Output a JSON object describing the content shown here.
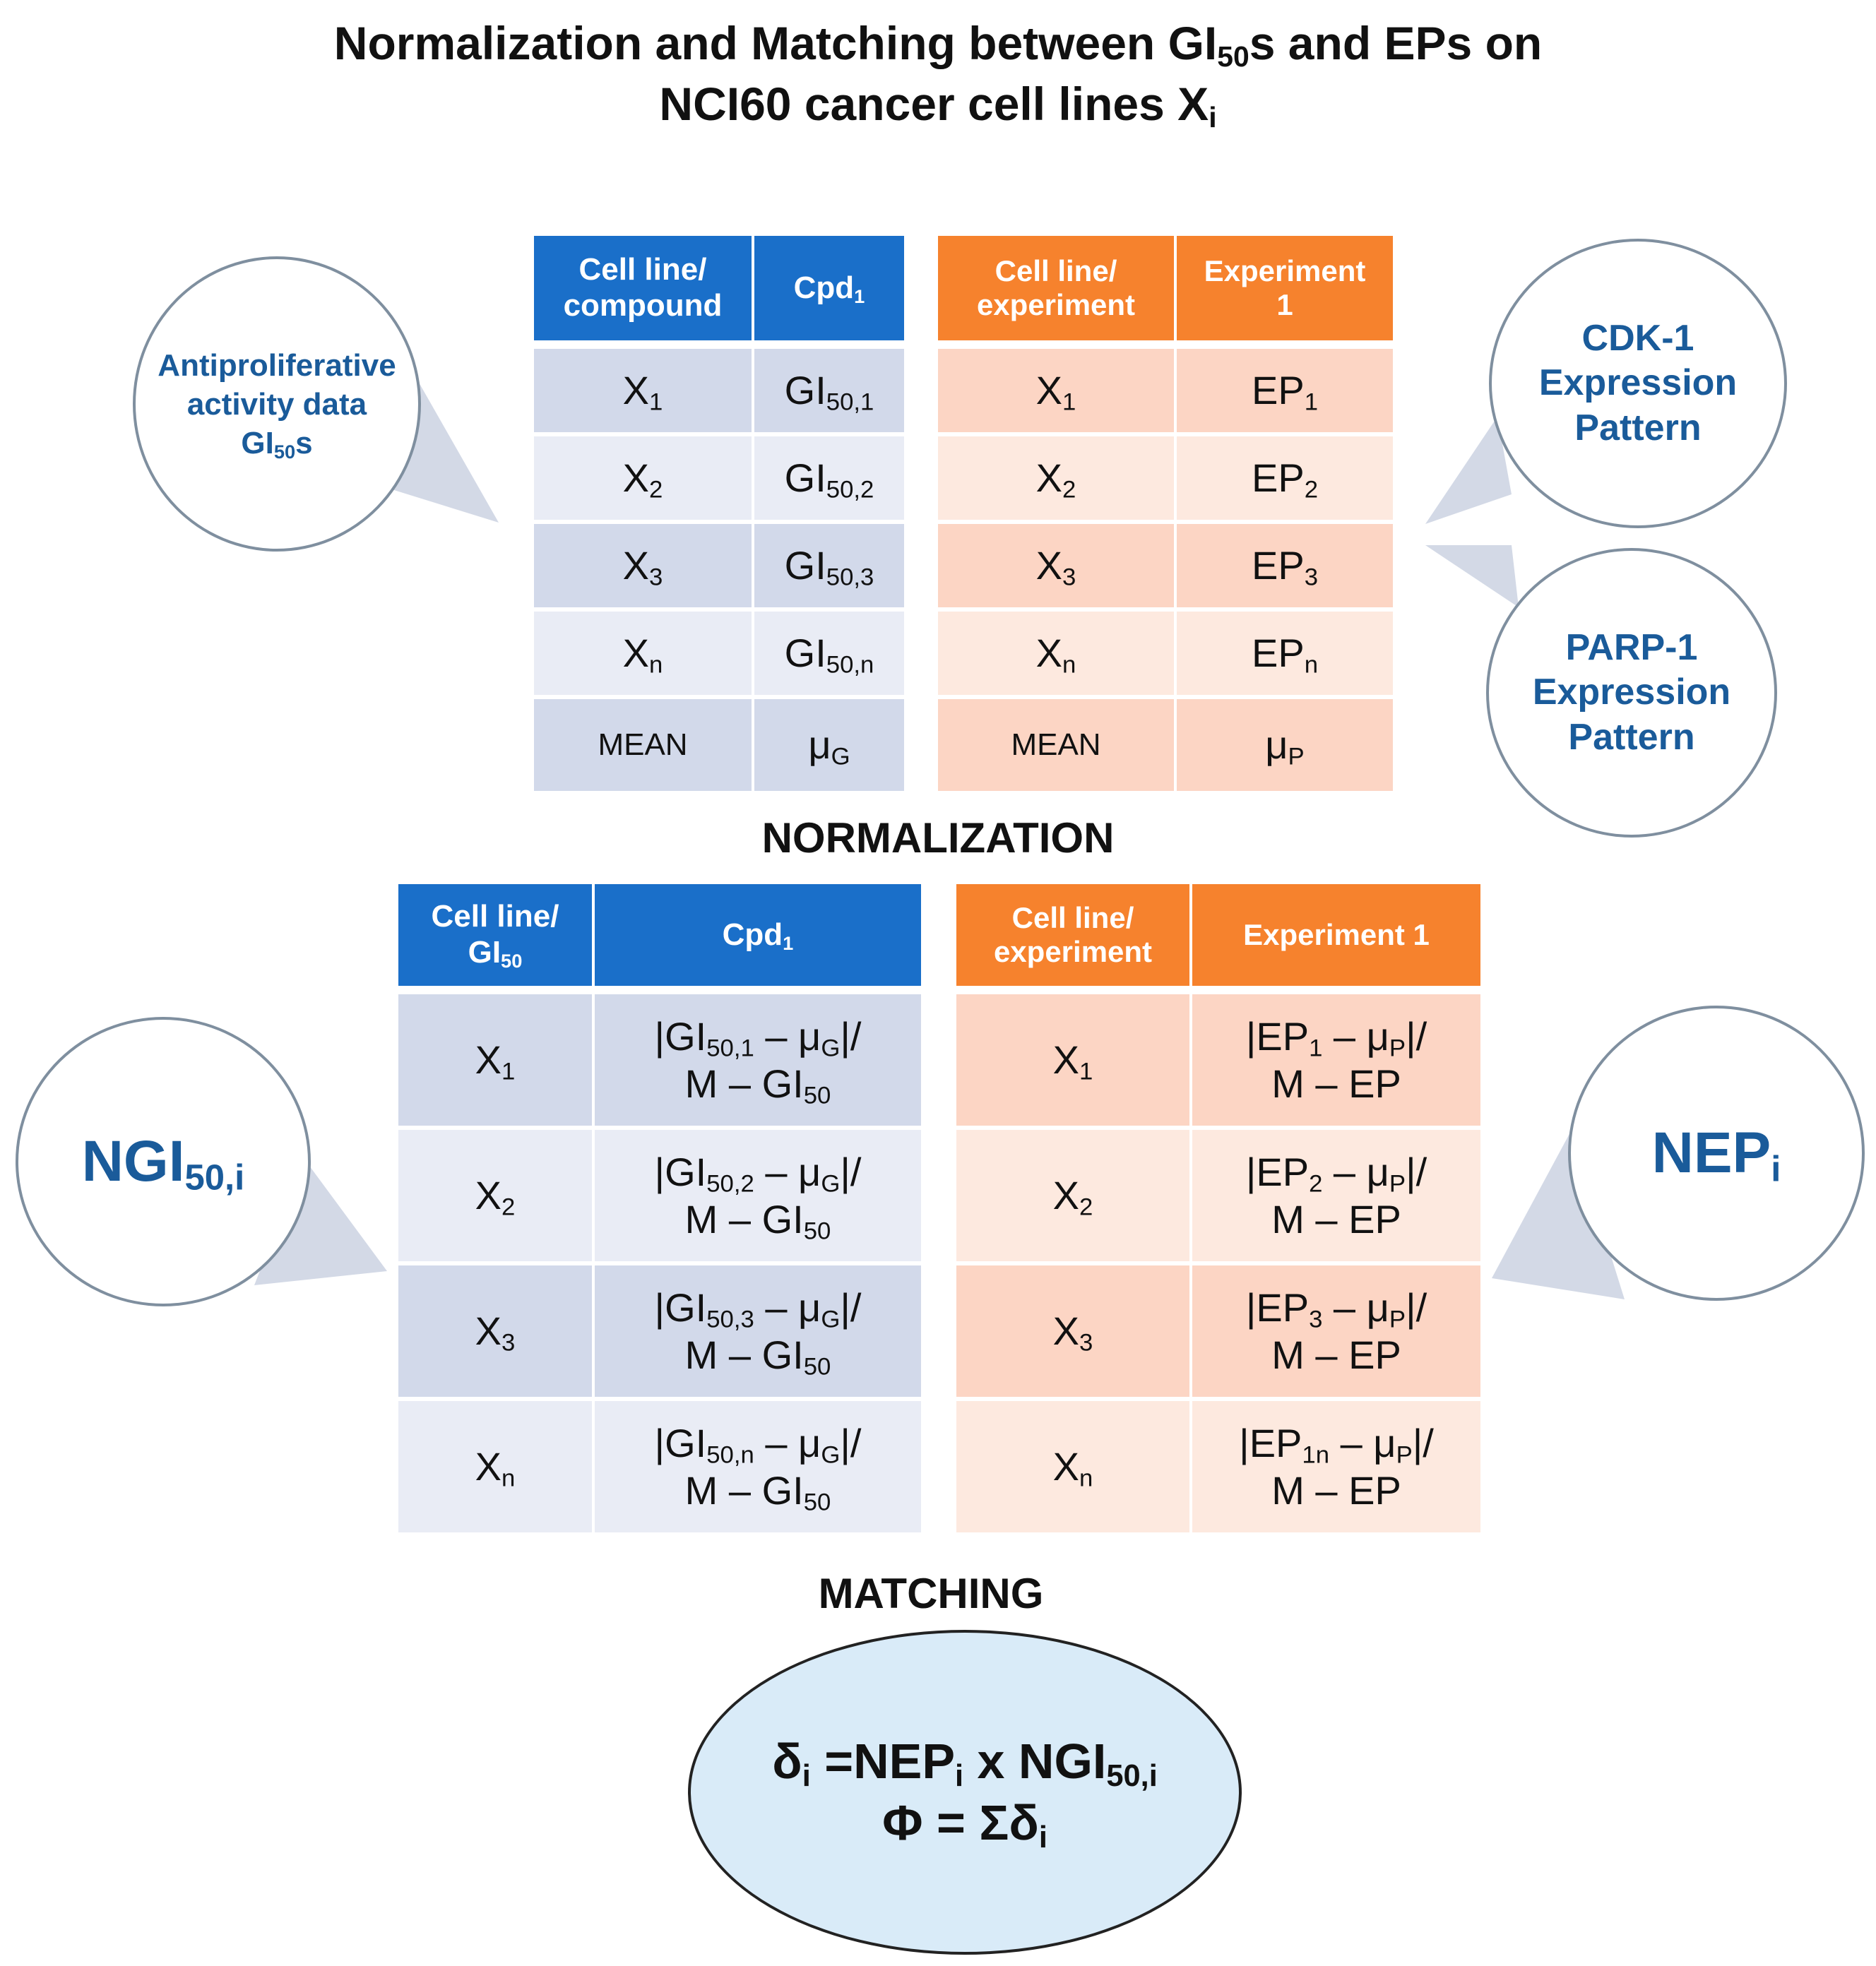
{
  "title": {
    "line1_a": "Normalization and Matching between GI",
    "line1_sub": "50",
    "line1_b": "s and EPs on",
    "line2_a": "NCI60 cancer cell lines X",
    "line2_sub": "i"
  },
  "callouts": {
    "antiproliferative": {
      "line1": "Antiproliferative",
      "line2": "activity data",
      "line3_a": "GI",
      "line3_sub": "50",
      "line3_b": "s"
    },
    "cdk1": {
      "line1": "CDK-1",
      "line2": "Expression",
      "line3": "Pattern"
    },
    "parp1": {
      "line1": "PARP-1",
      "line2": "Expression",
      "line3": "Pattern"
    },
    "ngi": {
      "main": "NGI",
      "sub": "50,i"
    },
    "nep": {
      "main": "NEP",
      "sub": "i"
    }
  },
  "table1": {
    "header": {
      "col1_l1": "Cell line/",
      "col1_l2": "compound",
      "col2": "Cpd",
      "col2_sub": "1"
    },
    "rows": [
      {
        "x": "X",
        "xs": "1",
        "v": "GI",
        "vs": "50,1"
      },
      {
        "x": "X",
        "xs": "2",
        "v": "GI",
        "vs": "50,2"
      },
      {
        "x": "X",
        "xs": "3",
        "v": "GI",
        "vs": "50,3"
      },
      {
        "x": "X",
        "xs": "n",
        "v": "GI",
        "vs": "50,n"
      }
    ],
    "mean": {
      "label": "MEAN",
      "v": "μ",
      "vs": "G"
    }
  },
  "table2": {
    "header": {
      "col1_l1": "Cell line/",
      "col1_l2": "experiment",
      "col2_l1": "Experiment",
      "col2_l2": "1"
    },
    "rows": [
      {
        "x": "X",
        "xs": "1",
        "v": "EP",
        "vs": "1"
      },
      {
        "x": "X",
        "xs": "2",
        "v": "EP",
        "vs": "2"
      },
      {
        "x": "X",
        "xs": "3",
        "v": "EP",
        "vs": "3"
      },
      {
        "x": "X",
        "xs": "n",
        "v": "EP",
        "vs": "n"
      }
    ],
    "mean": {
      "label": "MEAN",
      "v": "μ",
      "vs": "P"
    }
  },
  "normalization_label": "NORMALIZATION",
  "table3": {
    "header": {
      "col1_l1": "Cell line/",
      "col1_l2": "GI",
      "col1_l2_sub": "50",
      "col2": "Cpd",
      "col2_sub": "1"
    },
    "rows": [
      {
        "x": "X",
        "xs": "1",
        "a": "|GI",
        "as": "50,1",
        "b": " – μ",
        "bs": "G",
        "c": "|/",
        "d": "M – GI",
        "ds": "50"
      },
      {
        "x": "X",
        "xs": "2",
        "a": "|GI",
        "as": "50,2",
        "b": " – μ",
        "bs": "G",
        "c": "|/",
        "d": "M – GI",
        "ds": "50"
      },
      {
        "x": "X",
        "xs": "3",
        "a": "|GI",
        "as": "50,3",
        "b": " – μ",
        "bs": "G",
        "c": "|/",
        "d": "M – GI",
        "ds": "50"
      },
      {
        "x": "X",
        "xs": "n",
        "a": "|GI",
        "as": "50,n",
        "b": " – μ",
        "bs": "G",
        "c": "|/",
        "d": "M – GI",
        "ds": "50"
      }
    ]
  },
  "table4": {
    "header": {
      "col1_l1": "Cell line/",
      "col1_l2": "experiment",
      "col2": "Experiment 1"
    },
    "rows": [
      {
        "x": "X",
        "xs": "1",
        "a": "|EP",
        "as": "1",
        "b": " – μ",
        "bs": "P",
        "c": "|/",
        "d": "M – EP"
      },
      {
        "x": "X",
        "xs": "2",
        "a": "|EP",
        "as": "2",
        "b": " – μ",
        "bs": "P",
        "c": "|/",
        "d": "M – EP"
      },
      {
        "x": "X",
        "xs": "3",
        "a": "|EP",
        "as": "3",
        "b": " – μ",
        "bs": "P",
        "c": "|/",
        "d": "M – EP"
      },
      {
        "x": "X",
        "xs": "n",
        "a": "|EP",
        "as": "1n",
        "b": " – μ",
        "bs": "P",
        "c": "|/",
        "d": "M – EP"
      }
    ]
  },
  "matching_label": "MATCHING",
  "formula": {
    "l1_a": "δ",
    "l1_as": "i",
    "l1_b": " =NEP",
    "l1_bs": "i",
    "l1_c": " x NGI",
    "l1_cs": "50,i",
    "l2_a": "Φ = Σδ",
    "l2_as": "i"
  },
  "colors": {
    "blue_header": "#1a6fc9",
    "orange_header": "#f6822d",
    "blue_row_dark": "#d2d9ea",
    "blue_row_light": "#e9ecf5",
    "orange_row_dark": "#fcd5c4",
    "orange_row_light": "#fde9df",
    "oval_fill": "#d9ebf8",
    "callout_text": "#1a5b9a"
  }
}
